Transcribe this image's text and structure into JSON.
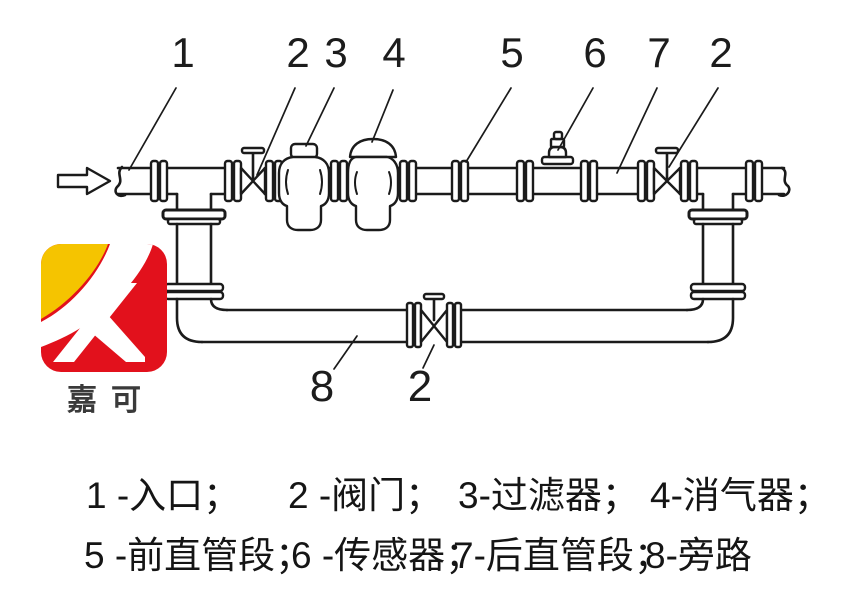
{
  "callouts": {
    "top": [
      "1",
      "2",
      "3",
      "4",
      "5",
      "6",
      "7",
      "2"
    ],
    "bottom": [
      "8",
      "2"
    ]
  },
  "logo": {
    "name": "嘉可"
  },
  "legend": {
    "row1": [
      "1 -入口；",
      "2 -阀门；",
      "3-过滤器；",
      "4-消气器；"
    ],
    "row2": [
      "5 -前直管段；",
      "6 -传感器；",
      "7-后直管段；",
      "8-旁路"
    ]
  },
  "colors": {
    "logo_red": "#E2111C",
    "logo_yellow": "#F5C400",
    "line_color": "#1b1b1b"
  }
}
